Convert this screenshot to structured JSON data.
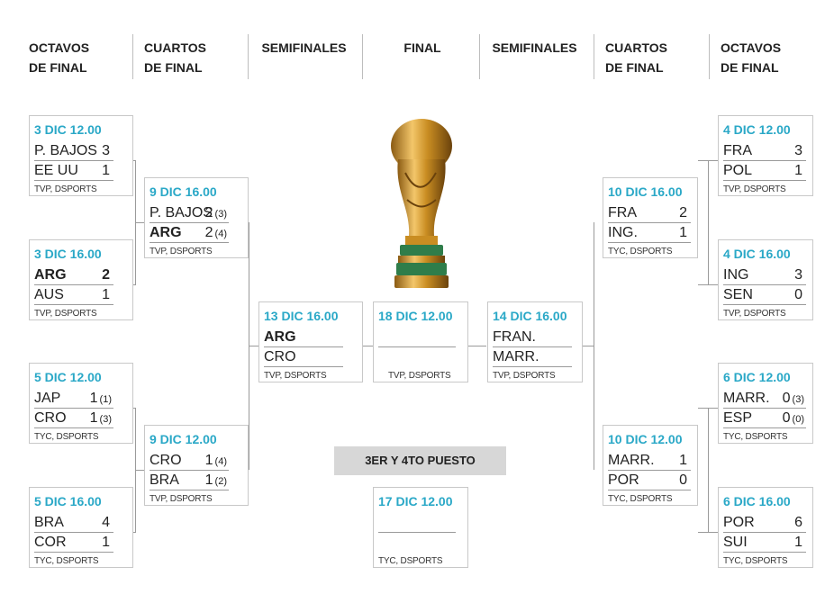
{
  "headers": [
    {
      "l1": "OCTAVOS",
      "l2": "DE FINAL"
    },
    {
      "l1": "CUARTOS",
      "l2": "DE FINAL"
    },
    {
      "l1": "SEMIFINALES",
      "l2": ""
    },
    {
      "l1": "FINAL",
      "l2": ""
    },
    {
      "l1": "SEMIFINALES",
      "l2": ""
    },
    {
      "l1": "CUARTOS",
      "l2": "DE FINAL"
    },
    {
      "l1": "OCTAVOS",
      "l2": "DE FINAL"
    }
  ],
  "matches": {
    "r16_l1": {
      "date": "3 DIC 12.00",
      "t1": "P. BAJOS",
      "s1": "3",
      "p1": "",
      "t2": "EE UU",
      "s2": "1",
      "p2": "",
      "tv": "TVP, DSPORTS"
    },
    "r16_l2": {
      "date": "3 DIC 16.00",
      "t1": "ARG",
      "s1": "2",
      "p1": "",
      "t2": "AUS",
      "s2": "1",
      "p2": "",
      "tv": "TVP, DSPORTS"
    },
    "r16_l3": {
      "date": "5 DIC 12.00",
      "t1": "JAP",
      "s1": "1",
      "p1": "(1)",
      "t2": "CRO",
      "s2": "1",
      "p2": "(3)",
      "tv": "TYC, DSPORTS"
    },
    "r16_l4": {
      "date": "5 DIC 16.00",
      "t1": "BRA",
      "s1": "4",
      "p1": "",
      "t2": "COR",
      "s2": "1",
      "p2": "",
      "tv": "TYC, DSPORTS"
    },
    "qf_l1": {
      "date": "9 DIC 16.00",
      "t1": "P. BAJOS",
      "s1": "2",
      "p1": "(3)",
      "t2": "ARG",
      "s2": "2",
      "p2": "(4)",
      "tv": "TVP, DSPORTS"
    },
    "qf_l2": {
      "date": "9 DIC 12.00",
      "t1": "CRO",
      "s1": "1",
      "p1": "(4)",
      "t2": "BRA",
      "s2": "1",
      "p2": "(2)",
      "tv": "TVP, DSPORTS"
    },
    "sf_l": {
      "date": "13 DIC 16.00",
      "t1": "ARG",
      "s1": "",
      "p1": "",
      "t2": "CRO",
      "s2": "",
      "p2": "",
      "tv": "TVP, DSPORTS"
    },
    "final": {
      "date": "18 DIC 12.00",
      "t1": "",
      "s1": "",
      "p1": "",
      "t2": "",
      "s2": "",
      "p2": "",
      "tv": "TVP, DSPORTS"
    },
    "sf_r": {
      "date": "14 DIC 16.00",
      "t1": "FRAN.",
      "s1": "",
      "p1": "",
      "t2": "MARR.",
      "s2": "",
      "p2": "",
      "tv": "TVP, DSPORTS"
    },
    "qf_r1": {
      "date": "10 DIC 16.00",
      "t1": "FRA",
      "s1": "2",
      "p1": "",
      "t2": "ING.",
      "s2": "1",
      "p2": "",
      "tv": "TYC, DSPORTS"
    },
    "qf_r2": {
      "date": "10 DIC 12.00",
      "t1": "MARR.",
      "s1": "1",
      "p1": "",
      "t2": "POR",
      "s2": "0",
      "p2": "",
      "tv": "TYC, DSPORTS"
    },
    "r16_r1": {
      "date": "4 DIC 12.00",
      "t1": "FRA",
      "s1": "3",
      "p1": "",
      "t2": "POL",
      "s2": "1",
      "p2": "",
      "tv": "TVP, DSPORTS"
    },
    "r16_r2": {
      "date": "4 DIC 16.00",
      "t1": "ING",
      "s1": "3",
      "p1": "",
      "t2": "SEN",
      "s2": "0",
      "p2": "",
      "tv": "TVP, DSPORTS"
    },
    "r16_r3": {
      "date": "6 DIC 12.00",
      "t1": "MARR.",
      "s1": "0",
      "p1": "(3)",
      "t2": "ESP",
      "s2": "0",
      "p2": "(0)",
      "tv": "TYC, DSPORTS"
    },
    "r16_r4": {
      "date": "6 DIC 16.00",
      "t1": "POR",
      "s1": "6",
      "p1": "",
      "t2": "SUI",
      "s2": "1",
      "p2": "",
      "tv": "TYC, DSPORTS"
    },
    "third": {
      "date": "17 DIC 12.00",
      "t1": "",
      "s1": "",
      "p1": "",
      "t2": "",
      "s2": "",
      "p2": "",
      "tv": "TYC, DSPORTS"
    }
  },
  "third_place_label": "3ER Y 4TO PUESTO",
  "colors": {
    "date": "#2aa8c7",
    "line": "#9a9a9a",
    "third_bg": "#d7d7d7"
  },
  "icons": {
    "trophy": "world-cup-trophy-icon"
  }
}
